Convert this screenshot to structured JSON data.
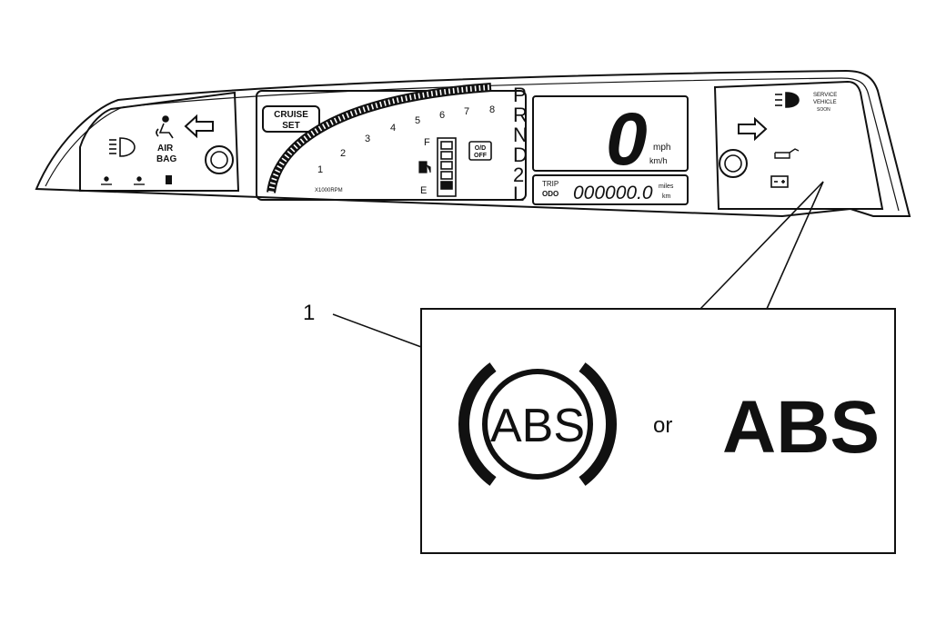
{
  "callout": {
    "number": "1",
    "abs_circle_text": "ABS",
    "or_text": "or",
    "abs_plain_text": "ABS"
  },
  "cluster": {
    "left_panel": {
      "airbag_line1": "AIR",
      "airbag_line2": "BAG"
    },
    "tach": {
      "cruise_line1": "CRUISE",
      "cruise_line2": "SET",
      "scale_labels": [
        "1",
        "2",
        "3",
        "4",
        "5",
        "6",
        "7",
        "8"
      ],
      "rpm_caption": "X1000RPM",
      "fuel_full": "F",
      "fuel_empty": "E",
      "od_line1": "O/D",
      "od_line2": "OFF"
    },
    "gear_letters": [
      "P",
      "R",
      "N",
      "D",
      "2",
      "L"
    ],
    "speed": {
      "value": "0",
      "unit_mph": "mph",
      "unit_kmh": "km/h"
    },
    "odometer": {
      "trip_label": "TRIP",
      "odo_label": "ODO",
      "digits": "000000.0",
      "unit_miles": "miles",
      "unit_km": "km"
    },
    "right_panel": {
      "service_line1": "SERVICE",
      "service_line2": "VEHICLE",
      "service_line3": "SOON"
    }
  }
}
